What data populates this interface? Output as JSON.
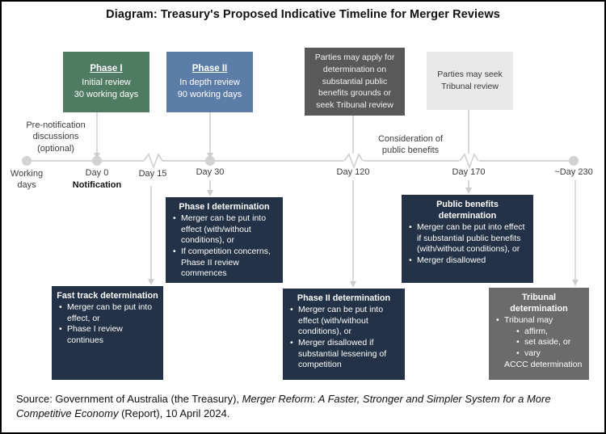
{
  "title": "Diagram: Treasury's Proposed Indicative Timeline for Merger Reviews",
  "colors": {
    "phase1_green": "#4f7b63",
    "phase2_blue": "#5d7da9",
    "dark_gray_box": "#595959",
    "light_gray_box": "#e9e9e9",
    "navy_box": "#233246",
    "tribunal_gray_box": "#6b6b6b",
    "timeline_gray": "#d5d5d5"
  },
  "top_boxes": {
    "phase1": {
      "heading": "Phase I",
      "line1": "Initial review",
      "line2": "30 working days"
    },
    "phase2": {
      "heading": "Phase II",
      "line1": "In depth review",
      "line2": "90 working days"
    },
    "apply_determination": {
      "text": "Parties may apply for\ndetermination on\nsubstantial public\nbenefits grounds or\nseek Tribunal review"
    },
    "seek_tribunal": {
      "text": "Parties may seek\nTribunal review"
    }
  },
  "timeline": {
    "axis_label": "Working\ndays",
    "pre_notification": "Pre-notification\ndiscussions\n(optional)",
    "consideration": "Consideration of\npublic benefits",
    "ticks": [
      {
        "label": "Day 0",
        "sub": "Notification"
      },
      {
        "label": "Day 15"
      },
      {
        "label": "Day 30"
      },
      {
        "label": "Day 120"
      },
      {
        "label": "Day 170"
      },
      {
        "label": "~Day 230"
      }
    ]
  },
  "determination_boxes": {
    "fast_track": {
      "title": "Fast track determination",
      "bullets": [
        "Merger can be put into effect, or",
        "Phase I review continues"
      ]
    },
    "phase1": {
      "title": "Phase I determination",
      "bullets": [
        "Merger can be put into effect (with/without conditions), or",
        "If competition concerns, Phase II review commences"
      ]
    },
    "phase2": {
      "title": "Phase II determination",
      "bullets": [
        "Merger can be put into effect (with/without conditions), or",
        "Merger disallowed if substantial lessening of competition"
      ]
    },
    "public_benefits": {
      "title": "Public benefits determination",
      "bullets": [
        "Merger can be put into effect if substantial public benefits (with/without conditions), or",
        "Merger disallowed"
      ]
    },
    "tribunal": {
      "title": "Tribunal determination",
      "bullet_main": "Tribunal may",
      "sub_bullets": [
        "affirm,",
        "set aside, or",
        "vary"
      ],
      "footer": "ACCC determination"
    }
  },
  "source": {
    "prefix": "Source: Government of Australia (the Treasury), ",
    "italic": "Merger Reform: A Faster, Stronger and Simpler System for a More Competitive Economy",
    "suffix": " (Report), 10 April 2024."
  }
}
